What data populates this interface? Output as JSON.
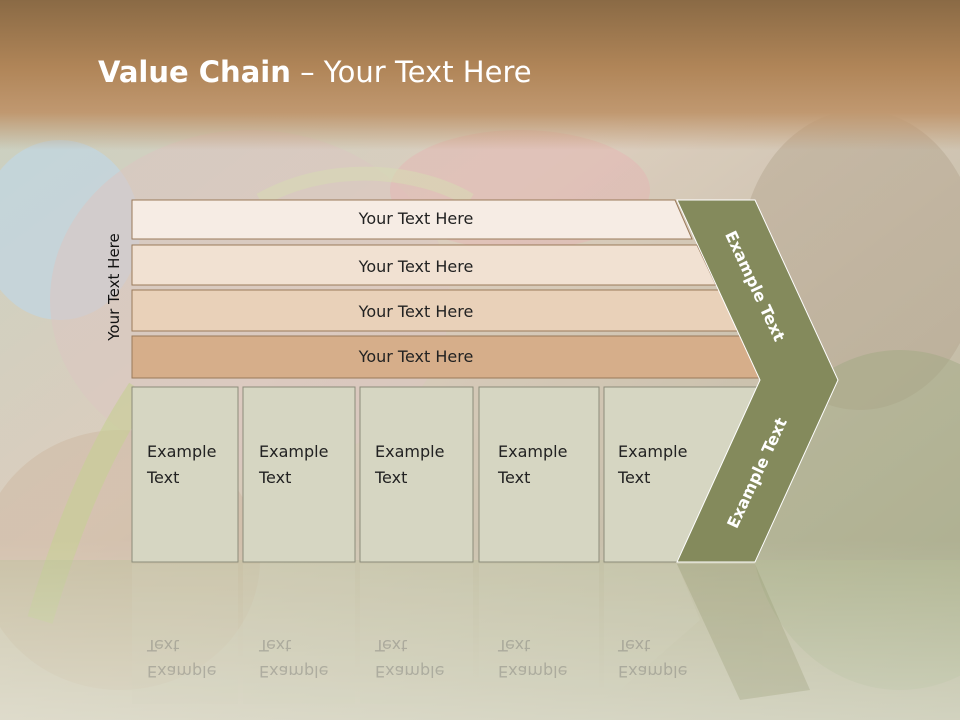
{
  "title": {
    "bold": "Value Chain",
    "rest": " – Your Text Here"
  },
  "side_label": "Your Text Here",
  "rows": [
    {
      "label": "Your Text Here",
      "fill": "#f6ece4"
    },
    {
      "label": "Your Text Here",
      "fill": "#f1e1d2"
    },
    {
      "label": "Your Text Here",
      "fill": "#e9d1b9"
    },
    {
      "label": "Your Text Here",
      "fill": "#d6ae8a"
    }
  ],
  "boxes": [
    {
      "label": "Example\nText"
    },
    {
      "label": "Example\nText"
    },
    {
      "label": "Example\nText"
    },
    {
      "label": "Example\nText"
    },
    {
      "label": "Example\nText"
    }
  ],
  "arrow": {
    "upper": "Example Text",
    "lower": "Example Text",
    "fill": "#848a5c"
  },
  "colors": {
    "box_fill": "#d6d6c2",
    "box_stroke": "#8c8c7a",
    "title_band": "#a97d52"
  }
}
